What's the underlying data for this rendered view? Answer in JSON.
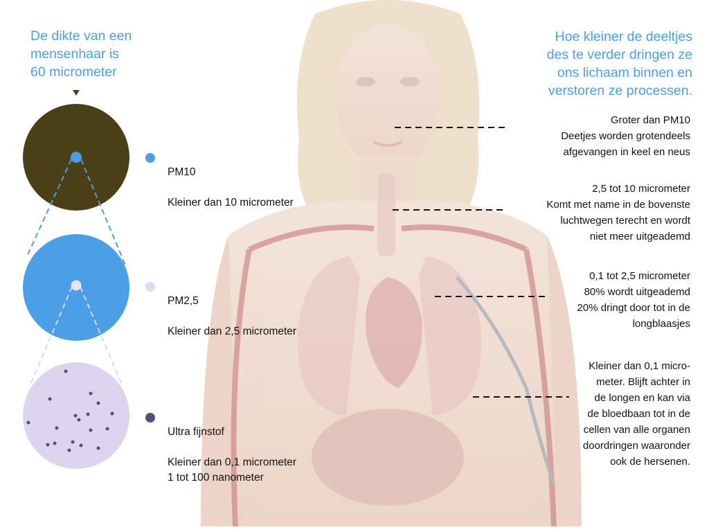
{
  "heading_left": "De dikte van een\nmensenhaar is\n60 micrometer",
  "heading_right": "Hoe kleiner de deeltjes\ndes te verder dringen ze\nons lichaam binnen en\nverstoren ze processen.",
  "legend": [
    {
      "name": "PM10",
      "desc": "Kleiner dan 10 micrometer",
      "color": "#4a9fe6"
    },
    {
      "name": "PM2,5",
      "desc": "Kleiner dan 2,5 micrometer",
      "color": "#e1d9f0"
    },
    {
      "name": "Ultra fijnstof",
      "desc": "Kleiner dan 0,1 micrometer\n1 tot 100 nanometer",
      "color": "#4e5278"
    }
  ],
  "annotations": [
    {
      "text": "Groter dan PM10\nDeetjes worden grotendeels\nafgevangen in keel en neus"
    },
    {
      "text": "2,5 tot 10 micrometer\nKomt met name  in de bovenste\nluchtwegen terecht en wordt\nniet meer uitgeademd"
    },
    {
      "text": "0,1 tot 2,5 micrometer\n80% wordt uitgeademd\n20% dringt door tot in de\nlongblaasjes"
    },
    {
      "text": "Kleiner dan 0,1 micro-\nmeter. Blijft achter in\nde longen en kan via\nde bloedbaan tot in de\ncellen van alle organen\ndoordringen waaronder\nook de hersenen."
    }
  ],
  "colors": {
    "hair_circle": "#4b3f18",
    "pm10_circle": "#4a9fe6",
    "pm25_circle": "#ddd5ef",
    "ultra_particle": "#4e5278",
    "heading": "#4a9fe6"
  }
}
